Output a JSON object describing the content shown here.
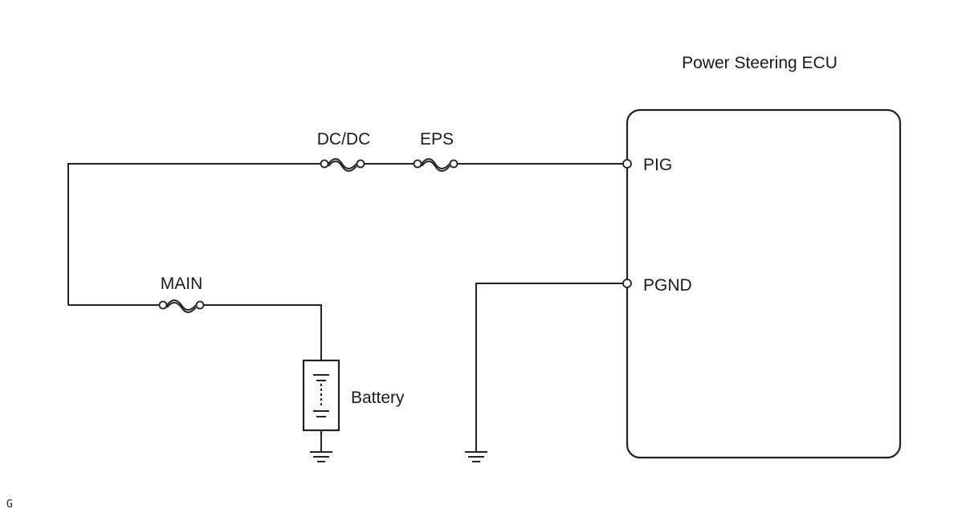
{
  "diagram": {
    "ecu_title": "Power Steering ECU",
    "fuses": {
      "dcdc": "DC/DC",
      "eps": "EPS",
      "main": "MAIN"
    },
    "pins": {
      "pig": "PIG",
      "pgnd": "PGND"
    },
    "battery_label": "Battery",
    "corner_code": "G"
  },
  "colors": {
    "line": "#222222",
    "background": "#ffffff"
  }
}
